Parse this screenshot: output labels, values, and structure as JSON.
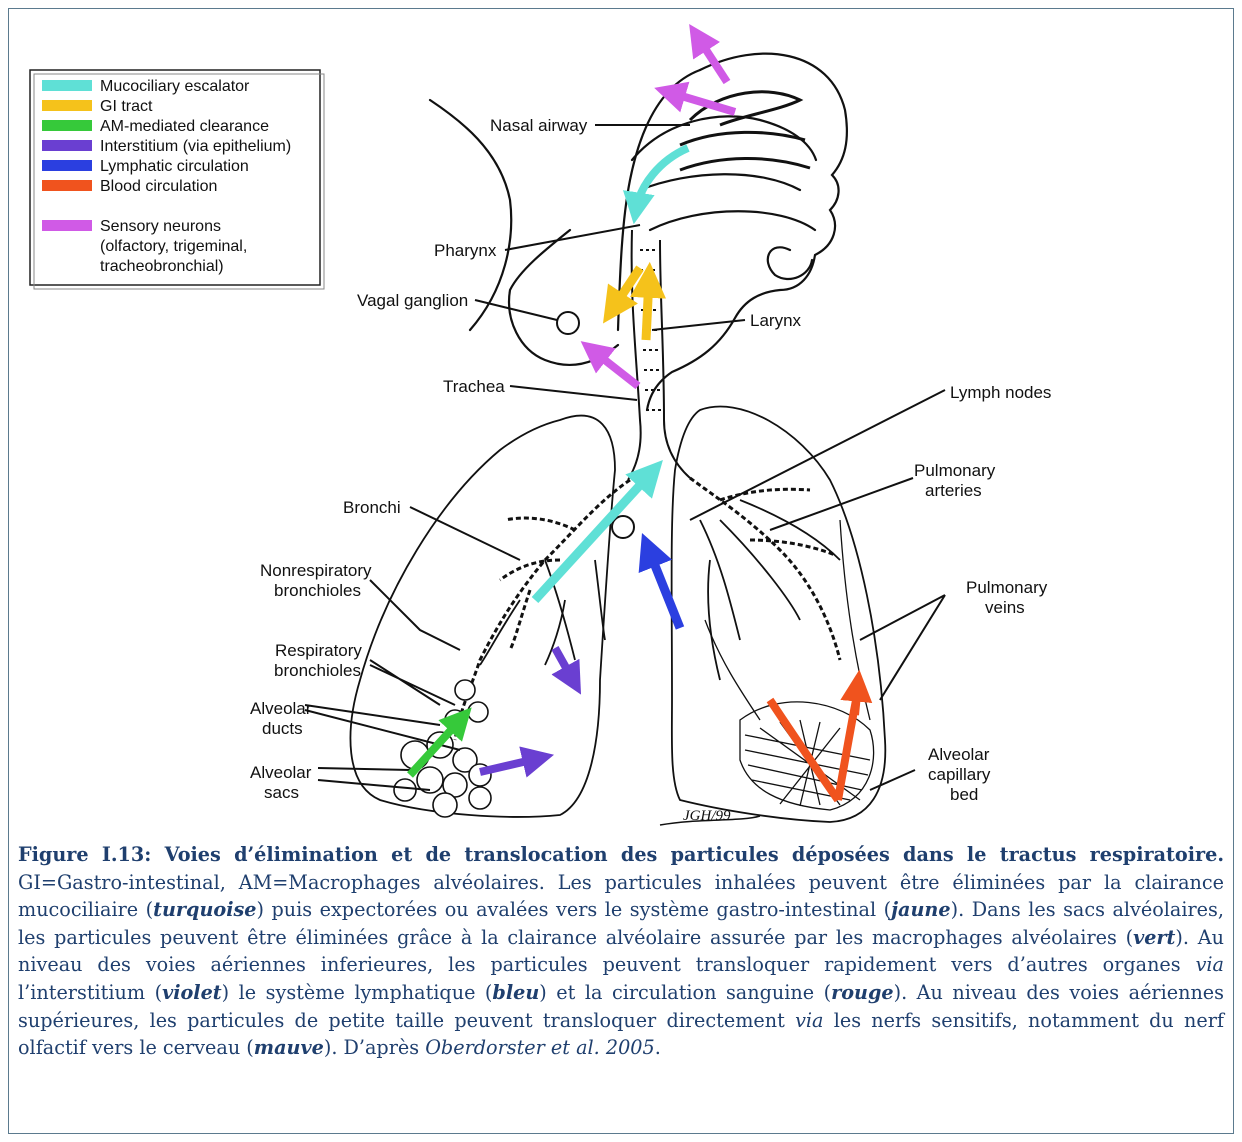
{
  "legend": {
    "items": [
      {
        "label": "Mucociliary escalator",
        "color": "#5fe0d6"
      },
      {
        "label": "GI tract",
        "color": "#f5c21b"
      },
      {
        "label": "AM-mediated clearance",
        "color": "#36c93a"
      },
      {
        "label": "Interstitium (via epithelium)",
        "color": "#6a3fd1"
      },
      {
        "label": "Lymphatic circulation",
        "color": "#2b3fe0"
      },
      {
        "label": "Blood circulation",
        "color": "#f0531e"
      }
    ],
    "sensory": {
      "color": "#d05ae6",
      "lines": [
        "Sensory neurons",
        "(olfactory, trigeminal,",
        "tracheobronchial)"
      ]
    }
  },
  "labels": {
    "nasal_airway": "Nasal airway",
    "pharynx": "Pharynx",
    "vagal_ganglion": "Vagal ganglion",
    "larynx": "Larynx",
    "trachea": "Trachea",
    "lymph_nodes": "Lymph nodes",
    "pulmonary_arteries_1": "Pulmonary",
    "pulmonary_arteries_2": "arteries",
    "bronchi": "Bronchi",
    "nonresp_1": "Nonrespiratory",
    "nonresp_2": "bronchioles",
    "pulmonary_veins_1": "Pulmonary",
    "pulmonary_veins_2": "veins",
    "resp_1": "Respiratory",
    "resp_2": "bronchioles",
    "alv_ducts_1": "Alveolar",
    "alv_ducts_2": "ducts",
    "alv_sacs_1": "Alveolar",
    "alv_sacs_2": "sacs",
    "alv_cap_1": "Alveolar",
    "alv_cap_2": "capillary",
    "alv_cap_3": "bed",
    "signature": "JGH/99"
  },
  "caption": {
    "lead": "Figure I.13: Voies d’élimination et de translocation des particules déposées dans le tractus respiratoire.",
    "t1": " GI=Gastro-intestinal, AM=Macrophages alvéolaires. Les particules inhalées peuvent être éliminées par la clairance mucociliaire (",
    "turquoise": "turquoise",
    "t2": ") puis expectorées ou avalées vers le système gastro-intestinal (",
    "jaune": "jaune",
    "t3": "). Dans les sacs alvéolaires, les particules peuvent être éliminées grâce à la clairance alvéolaire assurée par les macrophages alvéolaires (",
    "vert": "vert",
    "t4": "). Au niveau des voies aériennes inferieures, les particules peuvent transloquer rapidement vers d’autres organes ",
    "via1": "via",
    "t5": " l’interstitium (",
    "violet": "violet",
    "t6": ") le système lymphatique (",
    "bleu": "bleu",
    "t7": ") et la circulation sanguine (",
    "rouge": "rouge",
    "t8": "). Au niveau des voies aériennes supérieures, les particules de petite taille peuvent transloquer directement ",
    "via2": "via",
    "t9": " les nerfs sensitifs, notamment du nerf olfactif vers le cerveau (",
    "mauve": "mauve",
    "t10": "). D’après ",
    "ref": "Oberdorster et al. 2005",
    "t11": "."
  }
}
